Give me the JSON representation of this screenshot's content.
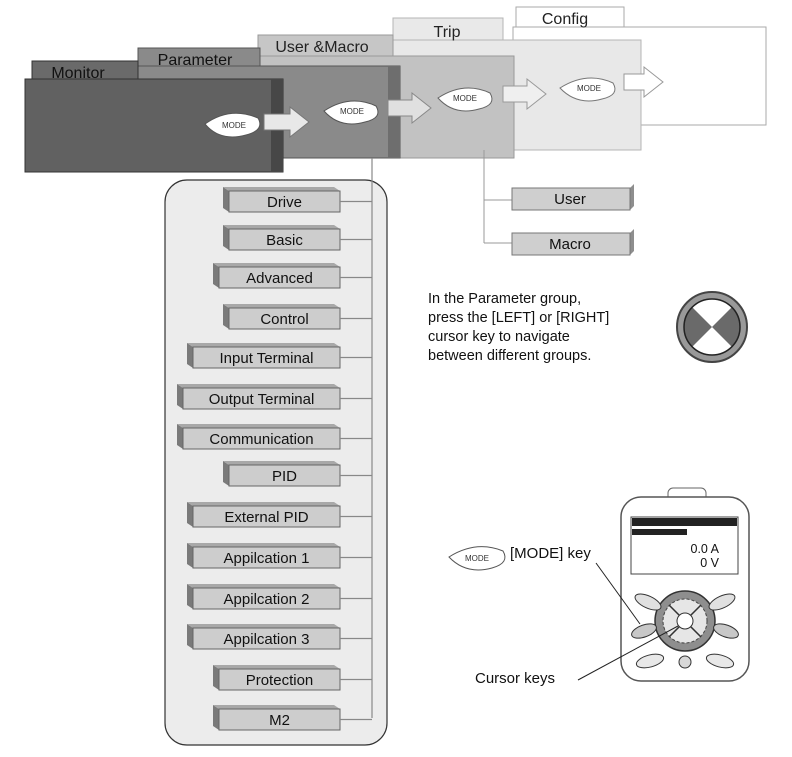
{
  "mode_groups": [
    {
      "id": "config",
      "label": "Config"
    },
    {
      "id": "trip",
      "label": "Trip"
    },
    {
      "id": "user-macro",
      "label": "User &Macro"
    },
    {
      "id": "parameter",
      "label": "Parameter"
    },
    {
      "id": "monitor",
      "label": "Monitor"
    }
  ],
  "mode_key_label": "MODE",
  "parameter_groups": [
    "Drive",
    "Basic",
    "Advanced",
    "Control",
    "Input Terminal",
    "Output Terminal",
    "Communication",
    "PID",
    "External PID",
    "Appilcation 1",
    "Appilcation 2",
    "Appilcation 3",
    "Protection",
    "M2"
  ],
  "user_macro_groups": [
    "User",
    "Macro"
  ],
  "instruction": {
    "lines": [
      "In the Parameter group,",
      "press the  [LEFT] or [RIGHT]",
      "cursor key to navigate",
      "between different groups."
    ]
  },
  "keypad": {
    "display_value_current": "0.0 A",
    "display_value_voltage": "0 V",
    "mode_key_callout": "[MODE] key",
    "cursor_keys_callout": "Cursor keys"
  }
}
